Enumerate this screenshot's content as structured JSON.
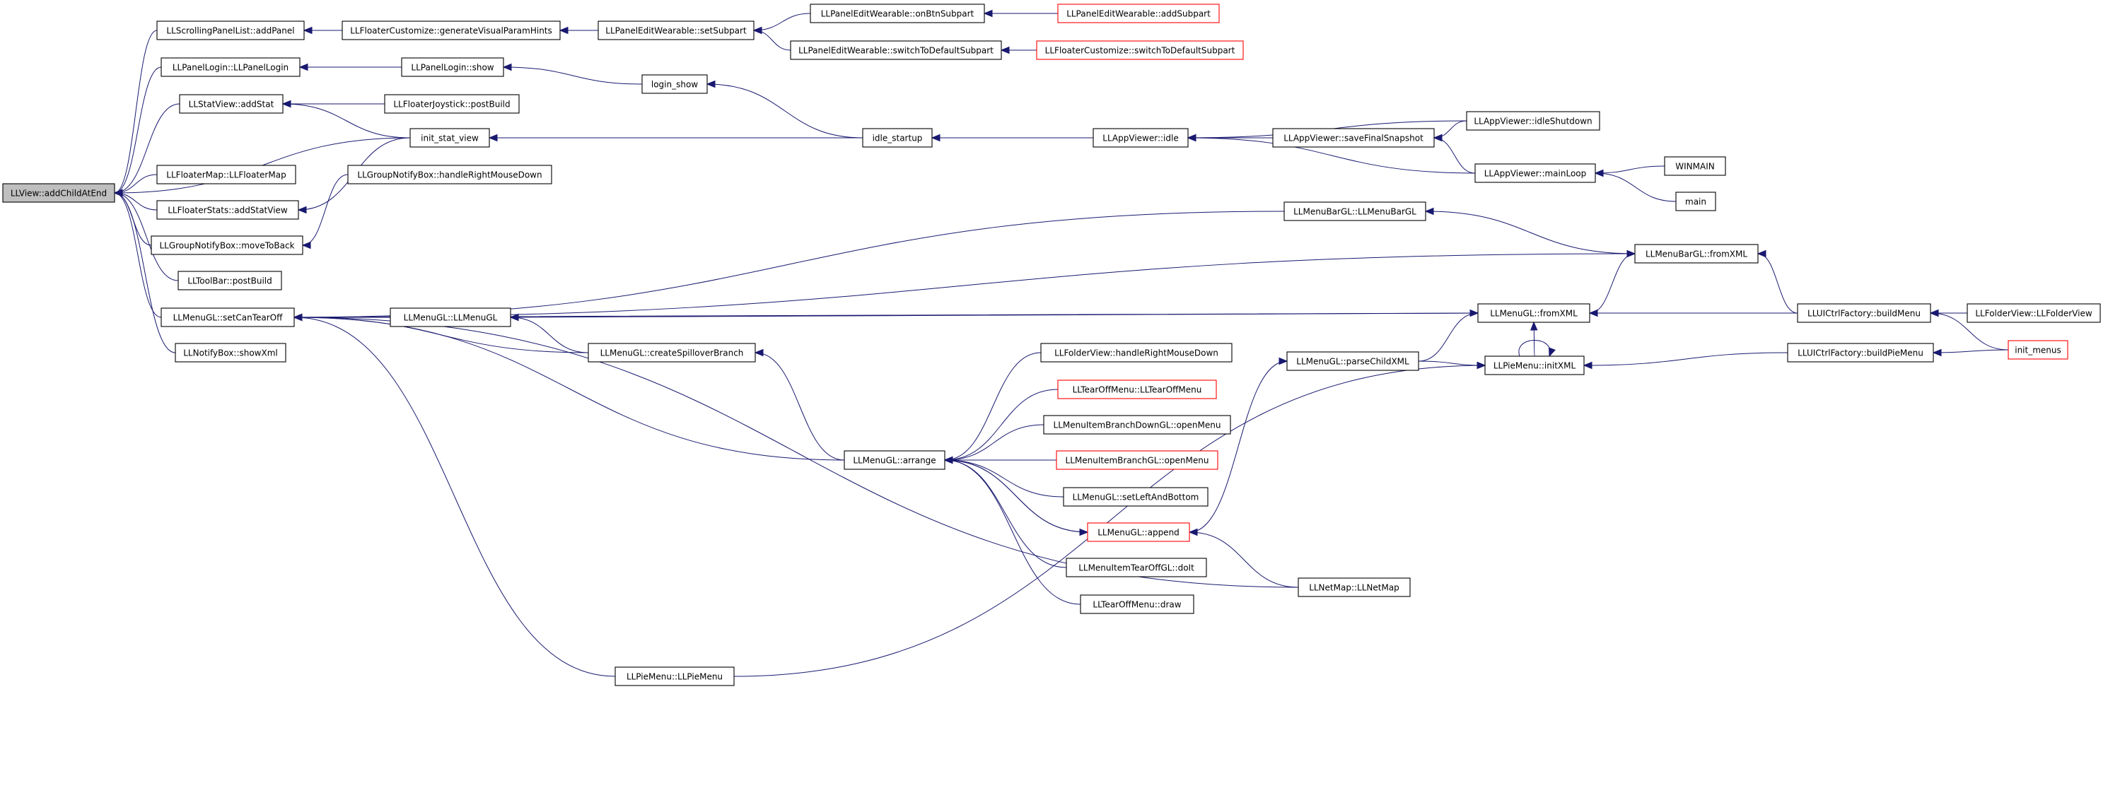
{
  "diagram": {
    "type": "call-graph",
    "root": "n0",
    "nodes": [
      {
        "id": "n0",
        "label": "LLView::addChildAtEnd",
        "style": "root"
      },
      {
        "id": "n1",
        "label": "LLScrollingPanelList::addPanel",
        "style": "normal"
      },
      {
        "id": "n2",
        "label": "LLFloaterCustomize::generateVisualParamHints",
        "style": "normal"
      },
      {
        "id": "n3",
        "label": "LLPanelEditWearable::setSubpart",
        "style": "normal"
      },
      {
        "id": "n4",
        "label": "LLPanelEditWearable::onBtnSubpart",
        "style": "normal"
      },
      {
        "id": "n5",
        "label": "LLPanelEditWearable::addSubpart",
        "style": "red"
      },
      {
        "id": "n6",
        "label": "LLPanelEditWearable::switchToDefaultSubpart",
        "style": "normal"
      },
      {
        "id": "n7",
        "label": "LLFloaterCustomize::switchToDefaultSubpart",
        "style": "red"
      },
      {
        "id": "n8",
        "label": "LLPanelLogin::LLPanelLogin",
        "style": "normal"
      },
      {
        "id": "n9",
        "label": "LLPanelLogin::show",
        "style": "normal"
      },
      {
        "id": "n10",
        "label": "login_show",
        "style": "normal"
      },
      {
        "id": "n11",
        "label": "LLStatView::addStat",
        "style": "normal"
      },
      {
        "id": "n12",
        "label": "LLFloaterJoystick::postBuild",
        "style": "normal"
      },
      {
        "id": "n13",
        "label": "init_stat_view",
        "style": "normal"
      },
      {
        "id": "n14",
        "label": "idle_startup",
        "style": "normal"
      },
      {
        "id": "n15",
        "label": "LLAppViewer::idle",
        "style": "normal"
      },
      {
        "id": "n16",
        "label": "LLAppViewer::idleShutdown",
        "style": "normal"
      },
      {
        "id": "n17",
        "label": "LLAppViewer::saveFinalSnapshot",
        "style": "normal"
      },
      {
        "id": "n18",
        "label": "LLAppViewer::mainLoop",
        "style": "normal"
      },
      {
        "id": "n19",
        "label": "WINMAIN",
        "style": "normal"
      },
      {
        "id": "n20",
        "label": "main",
        "style": "normal"
      },
      {
        "id": "n21",
        "label": "LLFloaterMap::LLFloaterMap",
        "style": "normal"
      },
      {
        "id": "n22",
        "label": "LLGroupNotifyBox::handleRightMouseDown",
        "style": "normal"
      },
      {
        "id": "n23",
        "label": "LLFloaterStats::addStatView",
        "style": "normal"
      },
      {
        "id": "n24",
        "label": "LLGroupNotifyBox::moveToBack",
        "style": "normal"
      },
      {
        "id": "n25",
        "label": "LLToolBar::postBuild",
        "style": "normal"
      },
      {
        "id": "n26",
        "label": "LLMenuGL::setCanTearOff",
        "style": "normal"
      },
      {
        "id": "n27",
        "label": "LLNotifyBox::showXml",
        "style": "normal"
      },
      {
        "id": "n28",
        "label": "LLMenuGL::LLMenuGL",
        "style": "normal"
      },
      {
        "id": "n29",
        "label": "LLMenuGL::createSpilloverBranch",
        "style": "normal"
      },
      {
        "id": "n30",
        "label": "LLMenuBarGL::LLMenuBarGL",
        "style": "normal"
      },
      {
        "id": "n31",
        "label": "LLMenuBarGL::fromXML",
        "style": "normal"
      },
      {
        "id": "n32",
        "label": "LLMenuGL::fromXML",
        "style": "normal"
      },
      {
        "id": "n33",
        "label": "LLUICtrlFactory::buildMenu",
        "style": "normal"
      },
      {
        "id": "n34",
        "label": "LLFolderView::LLFolderView",
        "style": "normal"
      },
      {
        "id": "n35",
        "label": "init_menus",
        "style": "red"
      },
      {
        "id": "n36",
        "label": "LLMenuGL::parseChildXML",
        "style": "normal"
      },
      {
        "id": "n37",
        "label": "LLPieMenu::initXML",
        "style": "normal"
      },
      {
        "id": "n38",
        "label": "LLUICtrlFactory::buildPieMenu",
        "style": "normal"
      },
      {
        "id": "n39",
        "label": "LLMenuGL::arrange",
        "style": "normal"
      },
      {
        "id": "n40",
        "label": "LLFolderView::handleRightMouseDown",
        "style": "normal"
      },
      {
        "id": "n41",
        "label": "LLTearOffMenu::LLTearOffMenu",
        "style": "red"
      },
      {
        "id": "n42",
        "label": "LLMenuItemBranchDownGL::openMenu",
        "style": "normal"
      },
      {
        "id": "n43",
        "label": "LLMenuItemBranchGL::openMenu",
        "style": "red"
      },
      {
        "id": "n44",
        "label": "LLMenuGL::setLeftAndBottom",
        "style": "normal"
      },
      {
        "id": "n45",
        "label": "LLMenuGL::append",
        "style": "red"
      },
      {
        "id": "n46",
        "label": "LLMenuItemTearOffGL::doIt",
        "style": "normal"
      },
      {
        "id": "n47",
        "label": "LLTearOffMenu::draw",
        "style": "normal"
      },
      {
        "id": "n48",
        "label": "LLNetMap::LLNetMap",
        "style": "normal"
      },
      {
        "id": "n49",
        "label": "LLPieMenu::LLPieMenu",
        "style": "normal"
      }
    ],
    "edges": [
      [
        "n1",
        "n0"
      ],
      [
        "n8",
        "n0"
      ],
      [
        "n11",
        "n0"
      ],
      [
        "n13",
        "n0"
      ],
      [
        "n21",
        "n0"
      ],
      [
        "n23",
        "n0"
      ],
      [
        "n24",
        "n0"
      ],
      [
        "n25",
        "n0"
      ],
      [
        "n26",
        "n0"
      ],
      [
        "n27",
        "n0"
      ],
      [
        "n2",
        "n1"
      ],
      [
        "n3",
        "n2"
      ],
      [
        "n4",
        "n3"
      ],
      [
        "n6",
        "n3"
      ],
      [
        "n5",
        "n4"
      ],
      [
        "n7",
        "n6"
      ],
      [
        "n9",
        "n8"
      ],
      [
        "n10",
        "n9"
      ],
      [
        "n14",
        "n10"
      ],
      [
        "n12",
        "n11"
      ],
      [
        "n13",
        "n11"
      ],
      [
        "n14",
        "n13"
      ],
      [
        "n15",
        "n14"
      ],
      [
        "n16",
        "n15"
      ],
      [
        "n17",
        "n15"
      ],
      [
        "n18",
        "n15"
      ],
      [
        "n16",
        "n17"
      ],
      [
        "n18",
        "n17"
      ],
      [
        "n19",
        "n18"
      ],
      [
        "n20",
        "n18"
      ],
      [
        "n13",
        "n23"
      ],
      [
        "n22",
        "n24"
      ],
      [
        "n28",
        "n26"
      ],
      [
        "n29",
        "n26"
      ],
      [
        "n30",
        "n26"
      ],
      [
        "n31",
        "n26"
      ],
      [
        "n32",
        "n26"
      ],
      [
        "n39",
        "n26"
      ],
      [
        "n48",
        "n26"
      ],
      [
        "n49",
        "n26"
      ],
      [
        "n29",
        "n28"
      ],
      [
        "n32",
        "n28"
      ],
      [
        "n39",
        "n29"
      ],
      [
        "n31",
        "n30"
      ],
      [
        "n32",
        "n31"
      ],
      [
        "n33",
        "n31"
      ],
      [
        "n36",
        "n32"
      ],
      [
        "n37",
        "n32"
      ],
      [
        "n33",
        "n32"
      ],
      [
        "n34",
        "n33"
      ],
      [
        "n35",
        "n33"
      ],
      [
        "n37",
        "n37"
      ],
      [
        "n38",
        "n37"
      ],
      [
        "n49",
        "n37"
      ],
      [
        "n35",
        "n38"
      ],
      [
        "n45",
        "n36"
      ],
      [
        "n36",
        "n37"
      ],
      [
        "n40",
        "n39"
      ],
      [
        "n41",
        "n39"
      ],
      [
        "n42",
        "n39"
      ],
      [
        "n43",
        "n39"
      ],
      [
        "n44",
        "n39"
      ],
      [
        "n45",
        "n39"
      ],
      [
        "n46",
        "n39"
      ],
      [
        "n47",
        "n39"
      ],
      [
        "n48",
        "n45"
      ],
      [
        "n39",
        "n45"
      ]
    ]
  }
}
